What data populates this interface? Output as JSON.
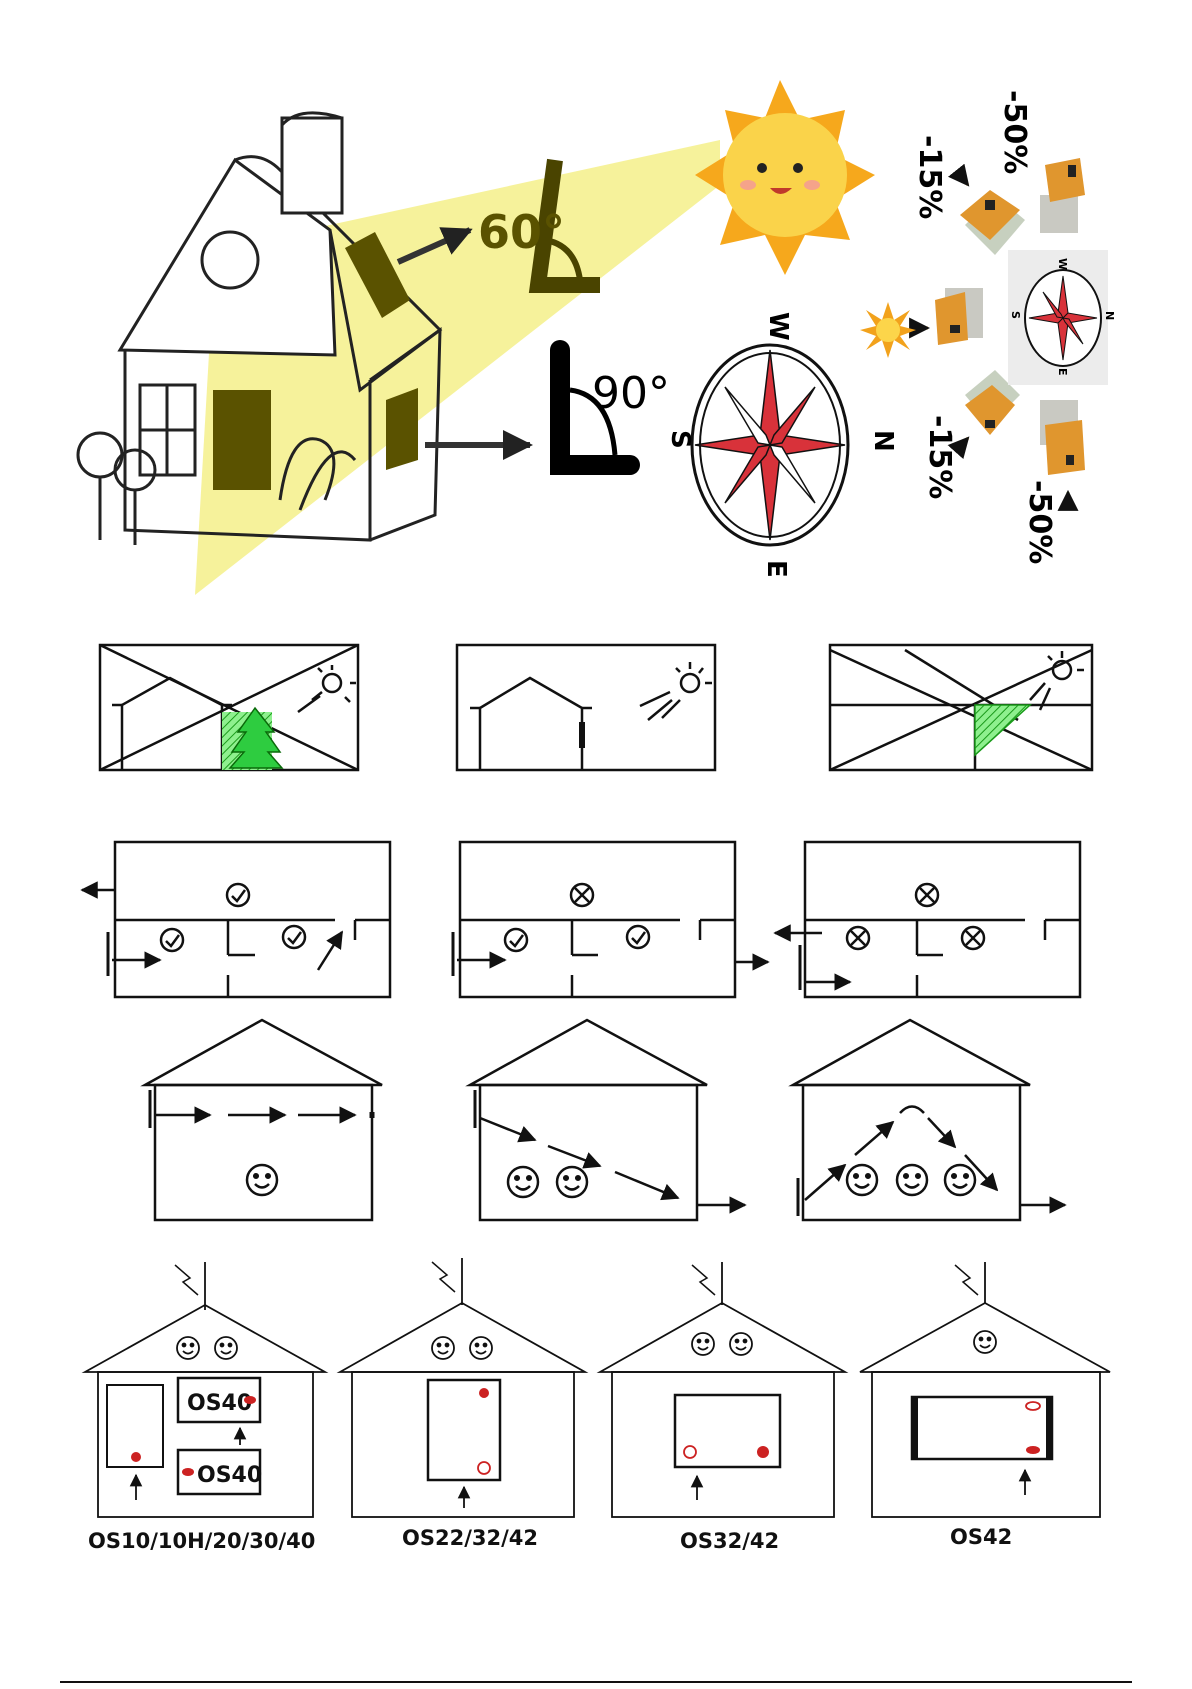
{
  "colors": {
    "sun_yellow": "#f9d24a",
    "light_beam": "#f5f08a",
    "window_olive": "#5a5200",
    "compass_red": "#d8323a",
    "shade_green": "#2ecc40",
    "box_orange": "#e0962e",
    "ink": "#111111",
    "fan_red": "#cc2222"
  },
  "top_section": {
    "angle_roof": "60°",
    "angle_wall": "90°",
    "compass_labels": {
      "north": "N",
      "south": "S",
      "east": "E",
      "west": "W"
    },
    "orientation_loss": {
      "top_far": "-50%",
      "top_near": "-15%",
      "bottom_near": "-15%",
      "bottom_far": "-50%"
    },
    "mini_compass_labels": {
      "north": "N",
      "south": "S",
      "east": "E",
      "west": "W"
    }
  },
  "placement_row": {
    "units": [
      {
        "model_label": "OS40"
      },
      {
        "model_label": "OS40"
      }
    ],
    "captions": [
      "OS10/10H/20/30/40",
      "OS22/32/42",
      "OS32/42",
      "OS42"
    ]
  }
}
